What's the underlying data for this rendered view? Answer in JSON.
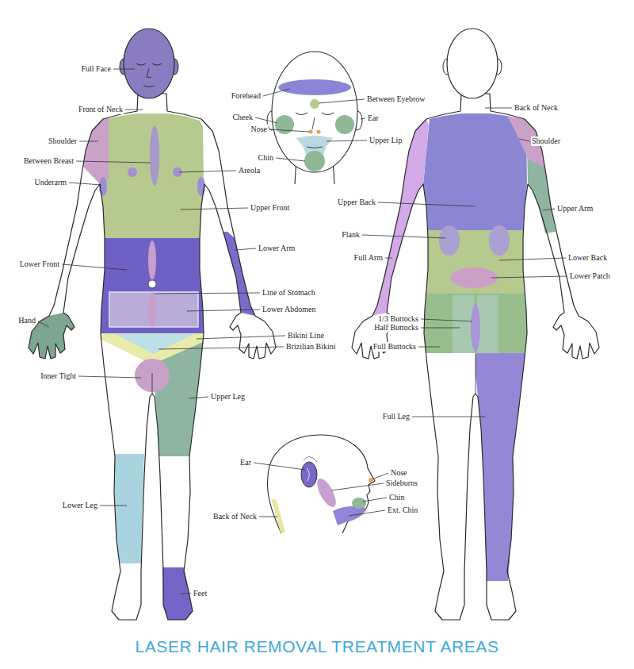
{
  "diagram": {
    "title": "LASER HAIR REMOVAL TREATMENT AREAS",
    "labels": [
      "Full Face",
      "Front of Neck",
      "Shoulder",
      "Between Breast",
      "Areola",
      "Underarm",
      "Upper Front",
      "Lower Arm",
      "Lower Front",
      "Line of Stomach",
      "Lower Abdomen",
      "Hand",
      "Bikini Line",
      "Brizilian Bikini",
      "Inner Tight",
      "Upper Leg",
      "Lower Leg",
      "Feet",
      "Forehead",
      "Between Eyebrow",
      "Cheek",
      "Ear",
      "Nose",
      "Upper Lip",
      "Chin",
      "Back of Neck",
      "Shoulder",
      "Upper Back",
      "Upper Arm",
      "Flank",
      "Full Arm",
      "Lower Back",
      "Lower Patch",
      "1/3 Buttocks",
      "Half Buttocks",
      "Full Buttocks",
      "Full Leg",
      "Ear",
      "Nose",
      "Sideburns",
      "Chin",
      "Ext. Chin",
      "Back of Neck"
    ]
  }
}
